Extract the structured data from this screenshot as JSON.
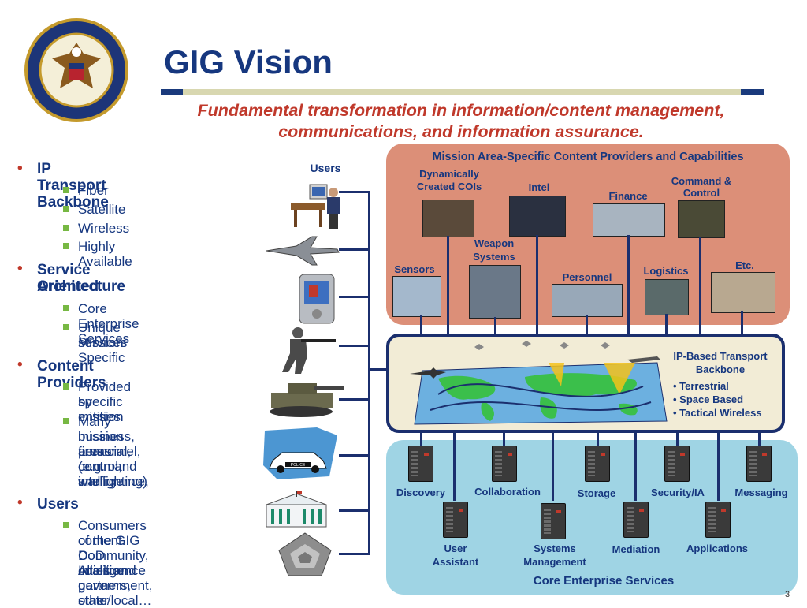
{
  "header": {
    "title": "GIG Vision",
    "subtitle_line1": "Fundamental transformation in information/content management,",
    "subtitle_line2": "communications, and information assurance.",
    "logo": "seal-icon"
  },
  "bullets": [
    {
      "label": "IP Transport Backbone",
      "subs": [
        "Fiber",
        "Satellite",
        "Wireless",
        "Highly Available"
      ]
    },
    {
      "label_line1": "Service Oriented",
      "label_line2": "Architecture",
      "subs": [
        "Core Enterprise Services",
        "Unique Mission Specific",
        "services"
      ]
    },
    {
      "label": "Content Providers",
      "subs": [
        "Provided by mission",
        "specific entities",
        "Many mission areas (e.g.",
        "business, financial,",
        "personnel, command and",
        "control, intelligence,",
        "warfighting)"
      ]
    },
    {
      "label": "Users",
      "subs": [
        "Consumers of the GIG",
        "content. DoD Intelligence",
        "Community, Allies and",
        "coalition partners, other",
        "government, state/local…"
      ]
    }
  ],
  "users_label": "Users",
  "mission": {
    "title": "Mission Area-Specific Content Providers and Capabilities",
    "items": {
      "coi1": "Dynamically",
      "coi2": "Created COIs",
      "intel": "Intel",
      "finance": "Finance",
      "cc1": "Command &",
      "cc2": "Control",
      "weapon1": "Weapon",
      "weapon2": "Systems",
      "sensors": "Sensors",
      "personnel": "Personnel",
      "logistics": "Logistics",
      "etc": "Etc."
    }
  },
  "transport": {
    "title1": "IP-Based Transport",
    "title2": "Backbone",
    "items": [
      "• Terrestrial",
      "• Space Based",
      "• Tactical Wireless"
    ]
  },
  "core": {
    "title": "Core Enterprise Services",
    "row1": [
      "Discovery",
      "Collaboration",
      "Storage",
      "Security/IA",
      "Messaging"
    ],
    "ua1": "User",
    "ua2": "Assistant",
    "sm1": "Systems",
    "sm2": "Management",
    "mediation": "Mediation",
    "applications": "Applications"
  },
  "page_number": "3",
  "colors": {
    "title": "#16377f",
    "subtitle": "#c0392b",
    "mission_panel": "#dc8f78",
    "core_panel": "#9fd4e4",
    "bullet_sq": "#77b843"
  }
}
